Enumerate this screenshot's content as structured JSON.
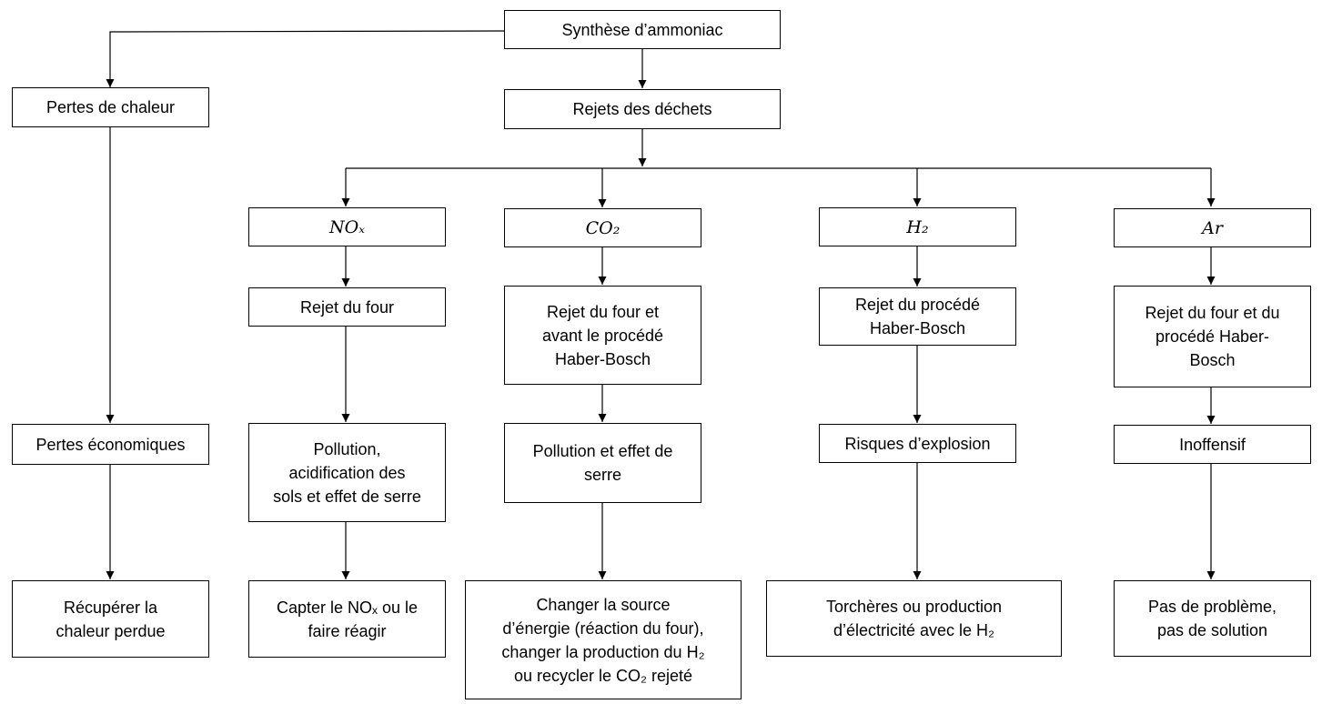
{
  "nodes": {
    "root": "Synthèse d’ammoniac",
    "heat_loss": "Pertes de chaleur",
    "economic_loss": "Pertes économiques",
    "recover_heat": "Récupérer la\nchaleur perdue",
    "waste": "Rejets des déchets",
    "nox": {
      "label": "NOₓ",
      "source": "Rejet du four",
      "impact": "Pollution,\nacidification des\nsols et effet de serre",
      "solution": "Capter le NOₓ ou le\nfaire réagir"
    },
    "co2": {
      "label": "CO₂",
      "source": "Rejet du four et\navant le procédé\nHaber-Bosch",
      "impact": "Pollution et effet de\nserre",
      "solution": "Changer la source\nd’énergie (réaction du four),\nchanger la production du H₂\nou recycler le CO₂ rejeté"
    },
    "h2": {
      "label": "H₂",
      "source": "Rejet du procédé\nHaber-Bosch",
      "impact": "Risques d’explosion",
      "solution": "Torchères ou production\nd’électricité avec le H₂"
    },
    "ar": {
      "label": "Ar",
      "source": "Rejet du four et du\nprocédé Haber-\nBosch",
      "impact": "Inoffensif",
      "solution": "Pas de problème,\npas de solution"
    }
  }
}
